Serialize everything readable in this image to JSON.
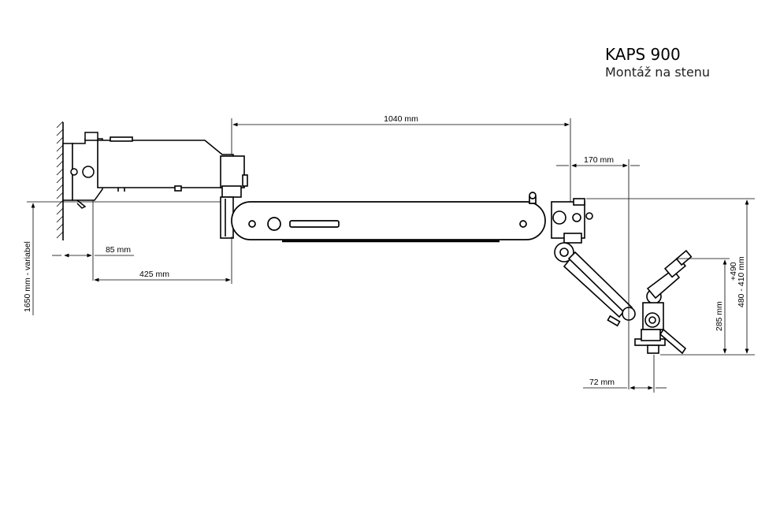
{
  "title": "KAPS 900",
  "subtitle": "Montáž na stenu",
  "dimensions": {
    "arm_length": "1040 mm",
    "offset_170": "170 mm",
    "wall_85": "85 mm",
    "wall_425": "425 mm",
    "height_variable": "1650 mm - variabel",
    "height_285": "285 mm",
    "height_range": "480 - 410 mm",
    "height_plus": "+490",
    "offset_72": "72 mm"
  }
}
